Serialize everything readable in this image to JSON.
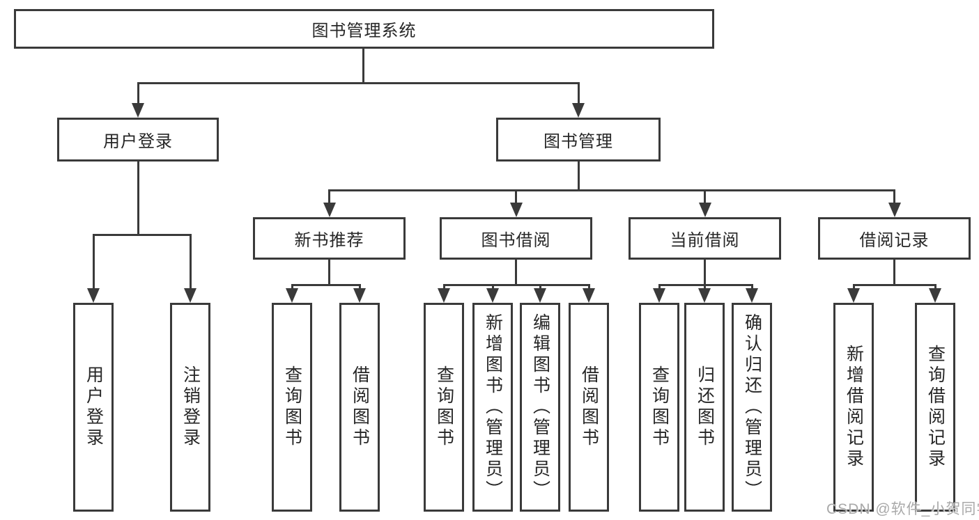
{
  "diagram_title": "图书管理系统",
  "nodes": {
    "root": "图书管理系统",
    "level2": [
      "用户登录",
      "图书管理"
    ],
    "level3": [
      "新书推荐",
      "图书借阅",
      "当前借阅",
      "借阅记录"
    ],
    "leaves_user_login": [
      "用户登录",
      "注销登录"
    ],
    "leaves_new_book": [
      "查询图书",
      "借阅图书"
    ],
    "leaves_book_borrow": [
      "查询图书",
      "新增图书（管理员）",
      "编辑图书（管理员）",
      "借阅图书"
    ],
    "leaves_current_borrow": [
      "查询图书",
      "归还图书",
      "确认归还（管理员）"
    ],
    "leaves_borrow_records": [
      "新增借阅记录",
      "查询借阅记录"
    ]
  },
  "hierarchy": {
    "图书管理系统": {
      "用户登录": [
        "用户登录",
        "注销登录"
      ],
      "图书管理": {
        "新书推荐": [
          "查询图书",
          "借阅图书"
        ],
        "图书借阅": [
          "查询图书",
          "新增图书（管理员）",
          "编辑图书（管理员）",
          "借阅图书"
        ],
        "当前借阅": [
          "查询图书",
          "归还图书",
          "确认归还（管理员）"
        ],
        "借阅记录": [
          "新增借阅记录",
          "查询借阅记录"
        ]
      }
    }
  },
  "watermark": {
    "text": "CSDN @软件_小贺同学"
  },
  "colors": {
    "line": "#3a3a3a",
    "text": "#262626",
    "background": "#ffffff",
    "watermark": "#a9a9a9"
  }
}
